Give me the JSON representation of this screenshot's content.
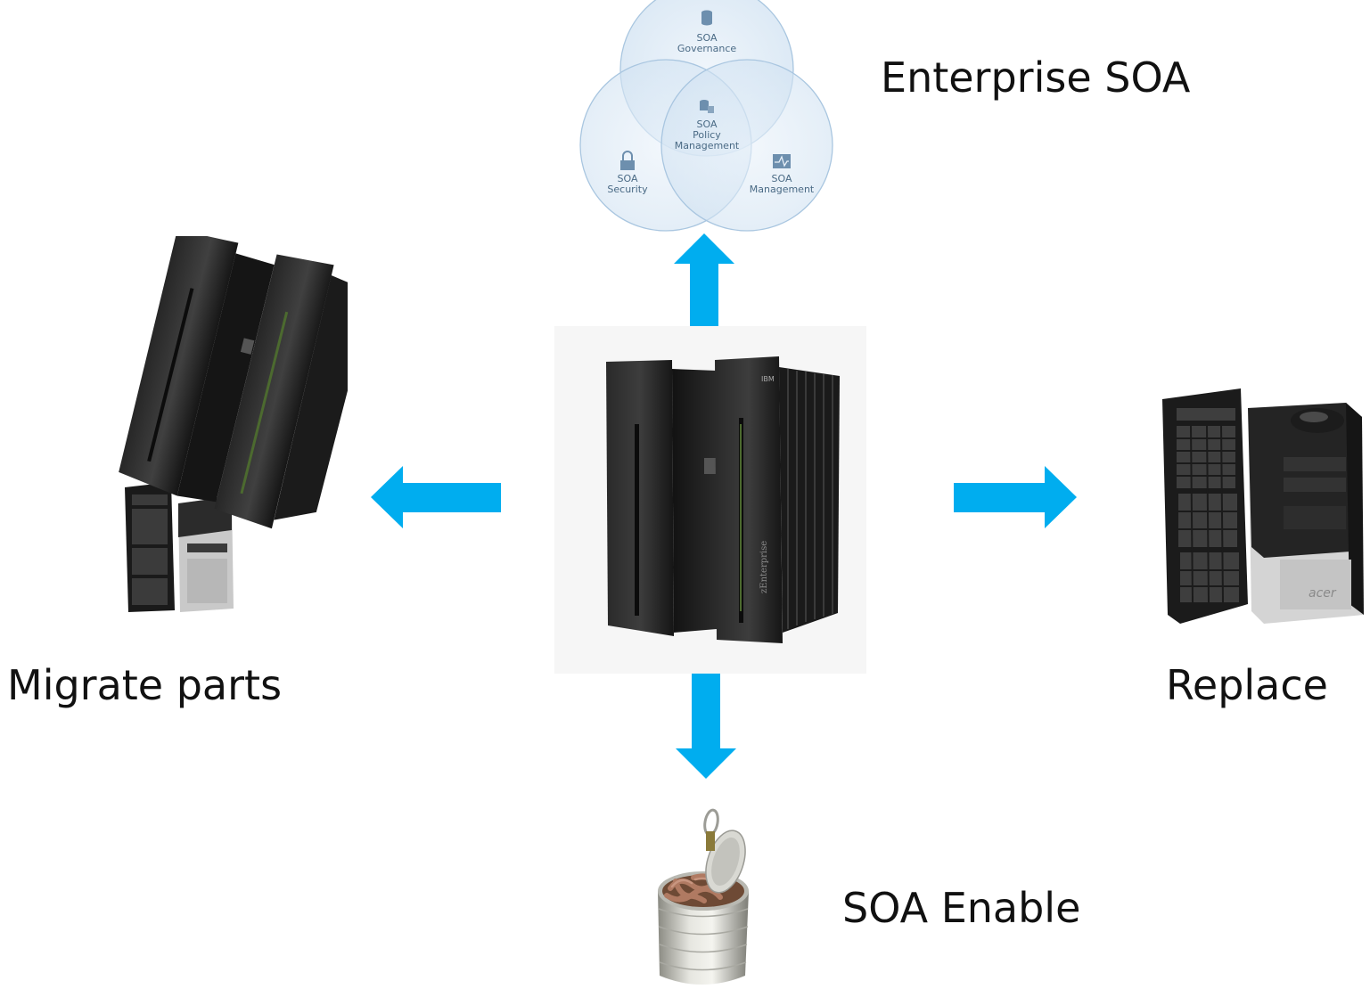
{
  "diagram": {
    "center": {
      "icon": "mainframe-icon",
      "brand": "IBM",
      "model": "zEnterprise"
    },
    "top": {
      "label": "Enterprise SOA",
      "venn": {
        "governance": [
          "SOA",
          "Governance"
        ],
        "policy": [
          "SOA",
          "Policy",
          "Management"
        ],
        "security": [
          "SOA",
          "Security"
        ],
        "management": [
          "SOA",
          "Management"
        ]
      }
    },
    "left": {
      "label": "Migrate parts",
      "icon": "mainframe-on-pc-icon"
    },
    "right": {
      "label": "Replace",
      "icon": "desktop-pc-icon",
      "brand": "acer"
    },
    "bottom": {
      "label": "SOA Enable",
      "icon": "can-of-worms-icon"
    },
    "colors": {
      "arrow": "#00adef",
      "venn_fill": "#dce9f5",
      "venn_stroke": "#a9c6e0",
      "mainframe": "#1c1c1c"
    }
  }
}
